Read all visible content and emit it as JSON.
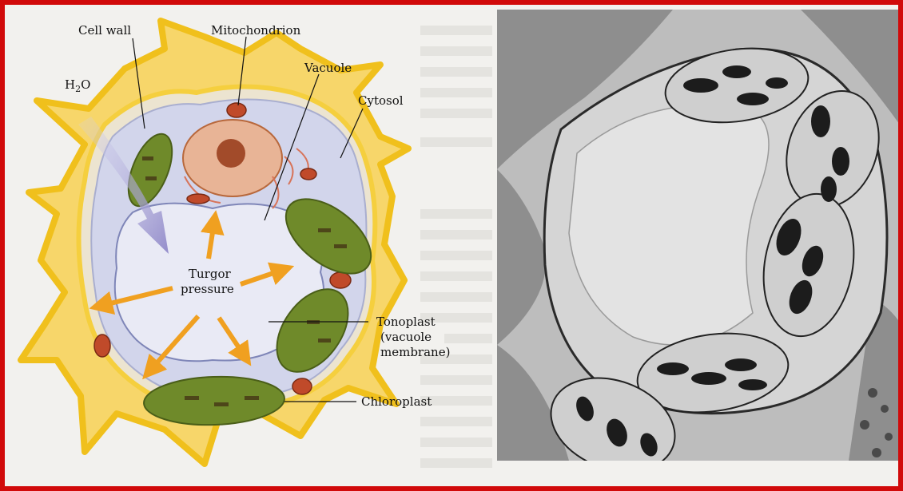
{
  "labels": {
    "cell_wall": "Cell wall",
    "mitochondrion": "Mitochondrion",
    "vacuole": "Vacuole",
    "cytosol": "Cytosol",
    "h2o_main": "H",
    "h2o_sub": "2",
    "h2o_tail": "O",
    "turgor_line1": "Turgor",
    "turgor_line2": "pressure",
    "tonoplast_line1": "Tonoplast",
    "tonoplast_line2": "(vacuole",
    "tonoplast_line3": "membrane)",
    "chloroplast": "Chloroplast"
  },
  "colors": {
    "frame": "#d10a0a",
    "cell_wall": "#f0c01c",
    "cytosol": "#cfd3ea",
    "chloroplast": "#6f8a2a",
    "arrows": "#f0a020",
    "water_arrow": "#9a94cc",
    "nucleus": "#b8683c"
  }
}
